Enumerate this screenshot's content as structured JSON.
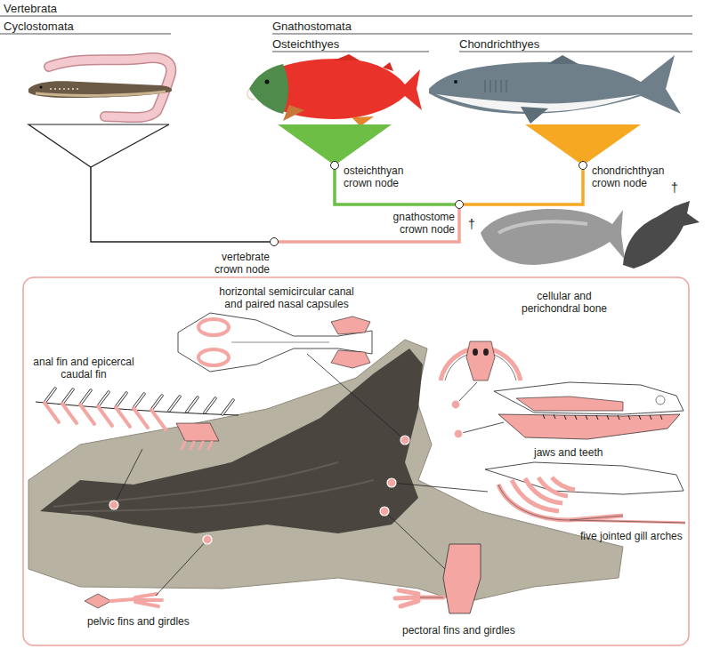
{
  "diagram": {
    "nodes": [
      {
        "text": [
          "osteichthyan crown node"
        ]
      },
      {
        "text": [
          "chondrichthyan crown node"
        ]
      },
      {
        "text": [
          "gnathostome crown node"
        ]
      },
      {
        "text": [
          "vertebrate crown node"
        ]
      }
    ],
    "edges": [
      {
        "from": 3,
        "to": 2,
        "arrow": "none"
      },
      {
        "from": 2,
        "to": 0,
        "arrow": "none"
      },
      {
        "from": 2,
        "to": 1,
        "arrow": "none"
      }
    ],
    "labels": [
      "Vertebrata",
      "Cyclostomata",
      "Gnathostomata",
      "Osteichthyes",
      "Chondrichthyes",
      "†",
      "†",
      "horizontal semicircular canal and paired nasal capsules",
      "cellular and perichondral bone",
      "anal fin and epicercal caudal fin",
      "jaws and teeth",
      "five jointed gill arches",
      "pelvic fins and girdles",
      "pectoral fins and girdles"
    ]
  }
}
